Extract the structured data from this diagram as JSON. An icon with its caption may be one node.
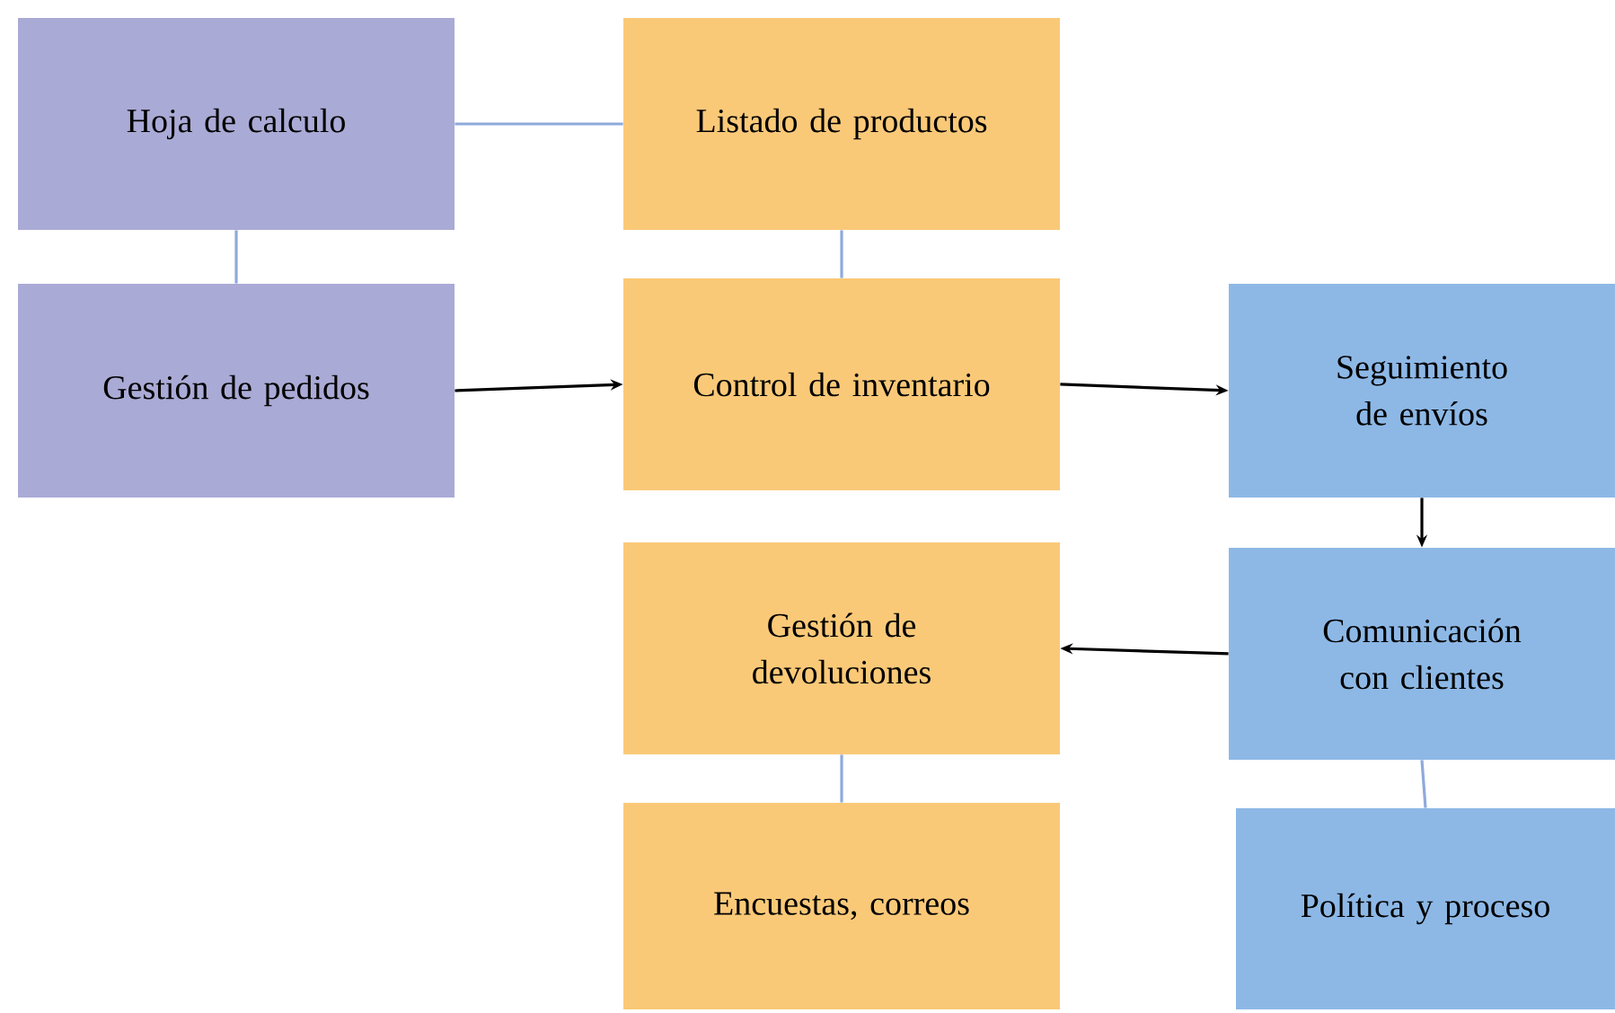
{
  "diagram": {
    "nodes": [
      {
        "text": [
          "Hoja de calculo"
        ]
      },
      {
        "text": [
          "Listado de productos"
        ]
      },
      {
        "text": [
          "Gestión de pedidos"
        ]
      },
      {
        "text": [
          "Control de inventario"
        ]
      },
      {
        "text": [
          "Seguimiento de envíos"
        ]
      },
      {
        "text": [
          "Gestión de devoluciones"
        ]
      },
      {
        "text": [
          "Comunicación con clientes"
        ]
      },
      {
        "text": [
          "Encuestas, correos"
        ]
      },
      {
        "text": [
          "Política y proceso"
        ]
      }
    ],
    "edges": [
      {
        "from": 0,
        "to": 1,
        "arrow": "none"
      },
      {
        "from": 0,
        "to": 2,
        "arrow": "none"
      },
      {
        "from": 1,
        "to": 3,
        "arrow": "none"
      },
      {
        "from": 2,
        "to": 3,
        "arrow": "to",
        "color": "#000000"
      },
      {
        "from": 3,
        "to": 4,
        "arrow": "to",
        "color": "#000000"
      },
      {
        "from": 4,
        "to": 6,
        "arrow": "to",
        "color": "#000000"
      },
      {
        "from": 6,
        "to": 5,
        "arrow": "to",
        "color": "#000000"
      },
      {
        "from": 5,
        "to": 7,
        "arrow": "none"
      },
      {
        "from": 6,
        "to": 8,
        "arrow": "none"
      }
    ]
  }
}
